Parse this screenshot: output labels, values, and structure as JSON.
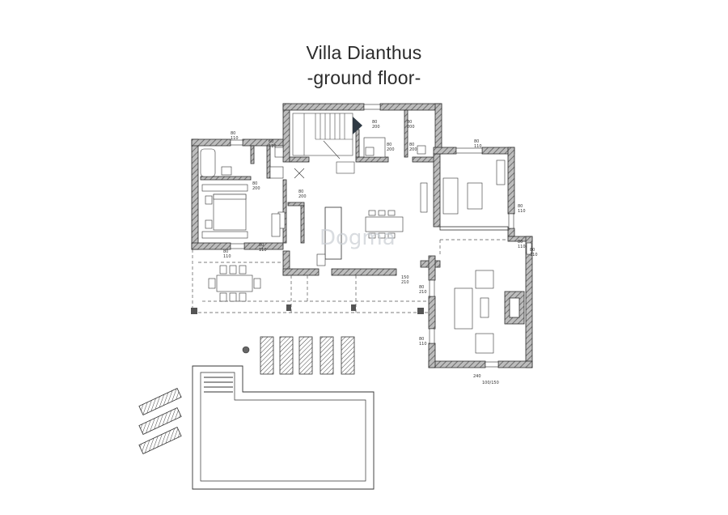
{
  "title": "Villa Dianthus",
  "subtitle": "-ground floor-",
  "watermark": "Dogma",
  "colors": {
    "wall": "#8c8c8c",
    "line": "#2e2e2e",
    "text": "#2b2b2b",
    "stair_arrow": "#2f3a44"
  },
  "dimension_labels": {
    "d1": "80\n200",
    "d2": "80\n200",
    "d3": "80\n200",
    "d4": "80\n200",
    "d5": "80\n200",
    "d6": "80\n110",
    "d7": "80\n110",
    "d8": "80\n110",
    "d9": "80\n110",
    "d10": "80\n210",
    "d11": "150\n210",
    "d12": "80\n110",
    "d13": "100/150",
    "d14": "240",
    "d15": "80\n110",
    "d16": "80\n200",
    "d17": "80\n110",
    "d18": "60\n110",
    "d19": "80\n110"
  }
}
